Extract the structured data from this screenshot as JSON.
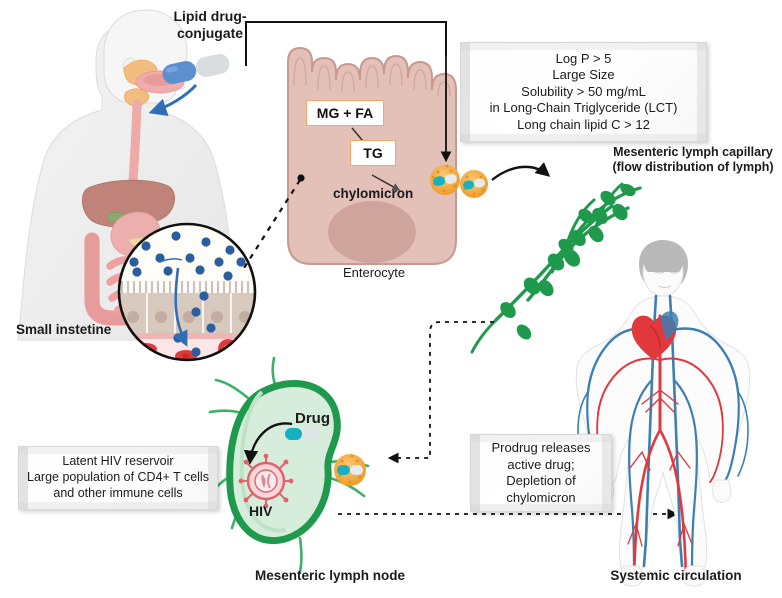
{
  "figure": {
    "title_alt": "Lymphatic transport of lipid drug-conjugate to mesenteric lymph node in HIV",
    "background": "#ffffff"
  },
  "labels": {
    "lipid_drug_conjugate": "Lipid drug-\nconjugate",
    "lipid_drug_conjugate_line1": "Lipid drug-",
    "lipid_drug_conjugate_line2": "conjugate",
    "mg_fa": "MG + FA",
    "tg": "TG",
    "chylomicron": "chylomicron",
    "enterocyte": "Enterocyte",
    "small_intestine": "Small instetine",
    "mesenteric_lymph_capillary_line1": "Mesenteric lymph capillary",
    "mesenteric_lymph_capillary_line2": "(flow distribution of lymph)",
    "drug": "Drug",
    "hiv": "HIV",
    "mesenteric_lymph_node": "Mesenteric lymph node",
    "systemic_circulation": "Systemic circulation"
  },
  "callouts": {
    "properties": {
      "lines": [
        "Log P > 5",
        "Large Size",
        "Solubility > 50 mg/mL",
        "in Long-Chain Triglyceride (LCT)",
        "Long chain lipid C > 12"
      ]
    },
    "reservoir": {
      "lines": [
        "Latent HIV reservoir",
        "Large population of CD4+ T cells",
        "and other immune cells"
      ]
    },
    "prodrug": {
      "lines": [
        "Prodrug releases",
        "active drug;",
        "Depletion of",
        "chylomicron"
      ]
    }
  },
  "colors": {
    "enterocyte_fill": "#e3c0b8",
    "enterocyte_stroke": "#c9988f",
    "nucleus": "#cfa49d",
    "lymph_green": "#1f9a4d",
    "lymph_node_fill": "#d7eddb",
    "lymph_node_stroke": "#1f9a4d",
    "chylomicron": "#f5a623",
    "capsule_blue": "#5b8fd0",
    "capsule_teal": "#16b0c0",
    "capsule_grey": "#d9dde0",
    "artery_red": "#e0383c",
    "vein_blue": "#3d7fb5",
    "particle_blue": "#2a5f9e",
    "arrow_blue": "#2e6fb7",
    "body_grey": "#efefef",
    "text": "#1b1b1b",
    "box_orange": "#f0a868",
    "rbc_red": "#e03b3b"
  },
  "icons": {
    "capsule": "capsule-icon",
    "chylomicron": "chylomicron-icon",
    "hiv_virion": "hiv-virion-icon",
    "lymph_capillary": "lymph-capillary-icon",
    "lymph_node": "lymph-node-icon",
    "human_upper_body": "human-upper-body-icon",
    "human_circulatory": "human-circulatory-system-icon",
    "magnifier_circle": "intestine-magnifier-icon",
    "arrow_solid": "arrow-solid-icon",
    "arrow_dashed": "arrow-dashed-icon"
  }
}
